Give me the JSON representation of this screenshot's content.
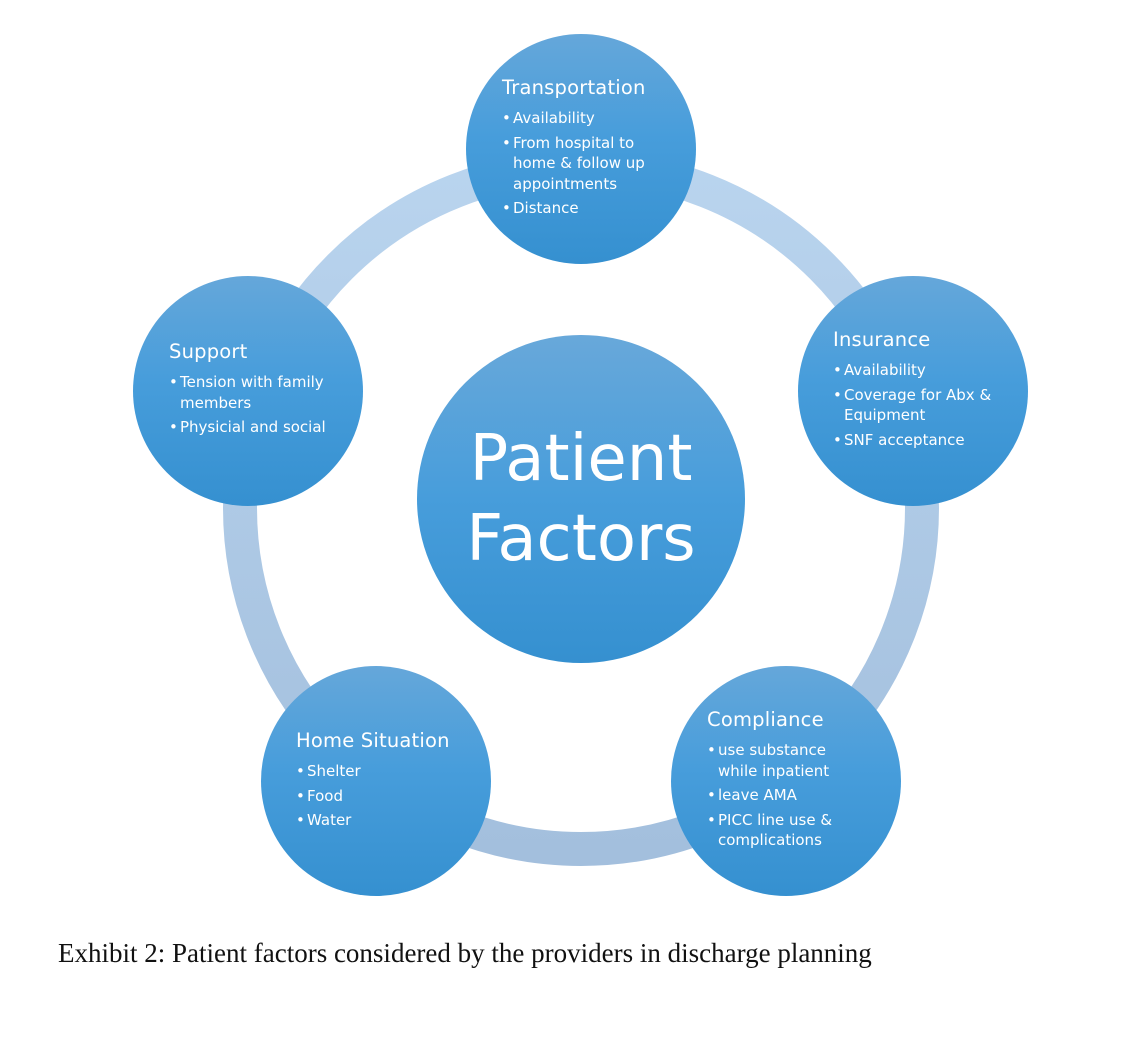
{
  "diagram": {
    "center": {
      "label": "Patient\nFactors"
    },
    "nodes": [
      {
        "title": "Transportation",
        "bullets": [
          "Availability",
          "From hospital to home & follow up appointments",
          "Distance"
        ]
      },
      {
        "title": "Insurance",
        "bullets": [
          "Availability",
          "Coverage for Abx & Equipment",
          "SNF acceptance"
        ]
      },
      {
        "title": "Compliance",
        "bullets": [
          " use substance while inpatient",
          "leave AMA",
          "PICC line use & complications"
        ]
      },
      {
        "title": "Home Situation",
        "bullets": [
          "Shelter",
          "Food",
          "Water"
        ]
      },
      {
        "title": "Support",
        "bullets": [
          "Tension with family members",
          "Physicial and social"
        ]
      }
    ],
    "colors": {
      "node_fill": "#479ddb",
      "ring": "#b3cfea",
      "text": "#ffffff"
    }
  },
  "caption": "Exhibit 2: Patient factors considered by the providers in discharge planning"
}
